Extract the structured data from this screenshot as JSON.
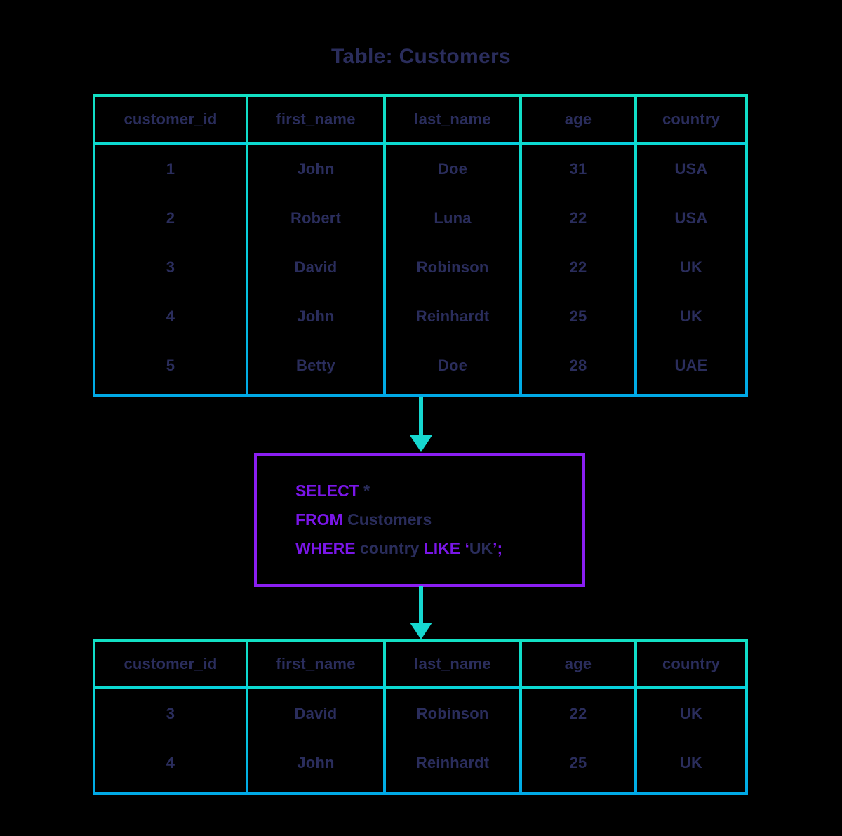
{
  "title": "Table: Customers",
  "colors": {
    "background": "#000000",
    "table_border": "#0ad3d8",
    "text": "#2a2d5c",
    "query_border": "#8a1ef2",
    "keyword": "#7a16e8",
    "arrow": "#16d8d0"
  },
  "source_table": {
    "name": "Customers",
    "columns": [
      "customer_id",
      "first_name",
      "last_name",
      "age",
      "country"
    ],
    "rows": [
      [
        "1",
        "John",
        "Doe",
        "31",
        "USA"
      ],
      [
        "2",
        "Robert",
        "Luna",
        "22",
        "USA"
      ],
      [
        "3",
        "David",
        "Robinson",
        "22",
        "UK"
      ],
      [
        "4",
        "John",
        "Reinhardt",
        "25",
        "UK"
      ],
      [
        "5",
        "Betty",
        "Doe",
        "28",
        "UAE"
      ]
    ]
  },
  "query": {
    "line1": {
      "keyword": "SELECT",
      "rest": " *"
    },
    "line2": {
      "keyword": "FROM",
      "rest": " Customers"
    },
    "line3": {
      "keyword": "WHERE",
      "column": " country ",
      "keyword2": "LIKE",
      "quote_open": " ‘",
      "value": "UK",
      "quote_close": "’;"
    },
    "full_text": "SELECT *\nFROM Customers\nWHERE country LIKE ‘UK’;"
  },
  "result_table": {
    "columns": [
      "customer_id",
      "first_name",
      "last_name",
      "age",
      "country"
    ],
    "rows": [
      [
        "3",
        "David",
        "Robinson",
        "22",
        "UK"
      ],
      [
        "4",
        "John",
        "Reinhardt",
        "25",
        "UK"
      ]
    ]
  },
  "arrows": {
    "top": "arrow-down-icon",
    "bottom": "arrow-down-icon"
  }
}
